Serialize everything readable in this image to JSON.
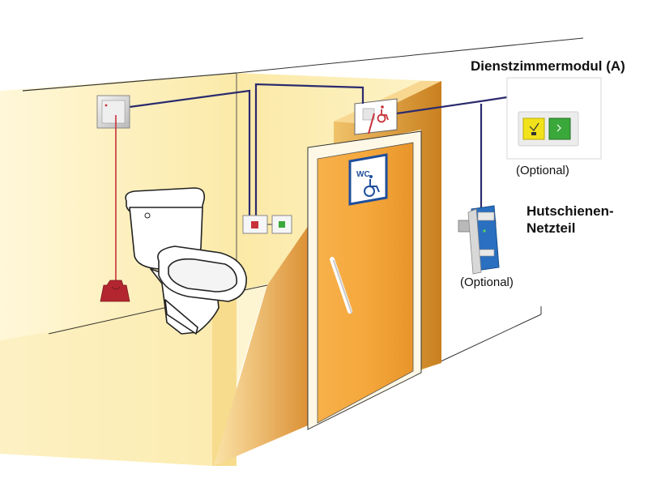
{
  "labels": {
    "module_title": "Dienstzimmermodul (A)",
    "module_optional": "(Optional)",
    "psu_title_line1": "Hutschienen-",
    "psu_title_line2": "Netzteil",
    "psu_optional": "(Optional)",
    "door_sign": "WC"
  },
  "icons": {
    "door_sign": "wheelchair-icon",
    "door_indicator": "wheelchair-icon",
    "module_yellow_button": "acknowledge-icon",
    "module_green_button": "reset-icon"
  },
  "colors": {
    "wall": "#fdf3c3",
    "wall_edge": "#f4d98a",
    "door_orange": "#f2a436",
    "door_frame": "#fff8e6",
    "cable": "#2b2b6e",
    "pull_cord": "#c8323a",
    "sign_blue": "#1f4e9c",
    "module_yellow": "#f2e21b",
    "module_green": "#3aa83a",
    "psu_blue": "#2a6fc0"
  }
}
